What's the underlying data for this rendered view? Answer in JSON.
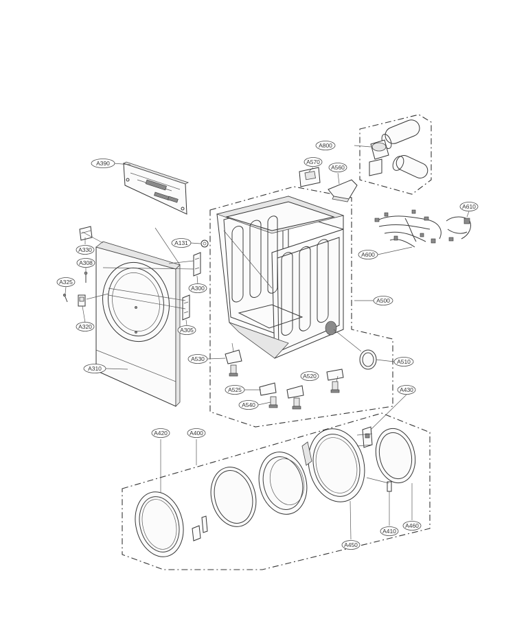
{
  "diagram": {
    "labels": {
      "A390": "A390",
      "A330": "A330",
      "A308": "A308",
      "A325": "A325",
      "A320": "A320",
      "A310": "A310",
      "A131": "A131",
      "A300": "A300",
      "A305": "A305",
      "A570": "A570",
      "A560": "A560",
      "A800": "A800",
      "A610": "A610",
      "A600": "A600",
      "A500": "A500",
      "A510": "A510",
      "A530": "A530",
      "A520": "A520",
      "A525": "A525",
      "A540": "A540",
      "A430": "A430",
      "A420": "A420",
      "A400": "A400",
      "A410": "A410",
      "A460": "A460",
      "A450": "A450"
    }
  }
}
